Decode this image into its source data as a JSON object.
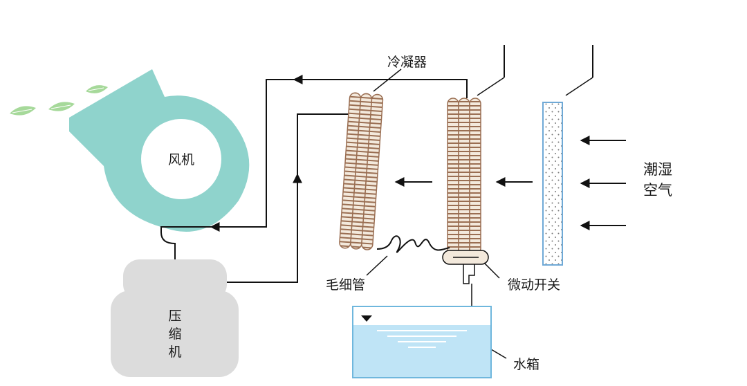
{
  "labels": {
    "fan": "风机",
    "compressor_line1": "压",
    "compressor_line2": "缩",
    "compressor_line3": "机",
    "condenser": "冷凝器",
    "capillary": "毛细管",
    "micro_switch": "微动开关",
    "water_tank": "水箱",
    "humid_air_line1": "潮湿",
    "humid_air_line2": "空气"
  },
  "icons": {
    "fan": "fan-icon",
    "leaf": "leaf-icon",
    "arrow": "arrow-left-icon"
  },
  "colors": {
    "fan_body": "#8fd3cc",
    "compressor": "#dcdcdc",
    "coil_fill": "#f3e9dc",
    "coil_stripe": "#9a6e52",
    "tank_water": "#bfe4f6",
    "tank_border": "#6fb7dd",
    "filter_border": "#6fa9d6",
    "line": "#111111"
  }
}
